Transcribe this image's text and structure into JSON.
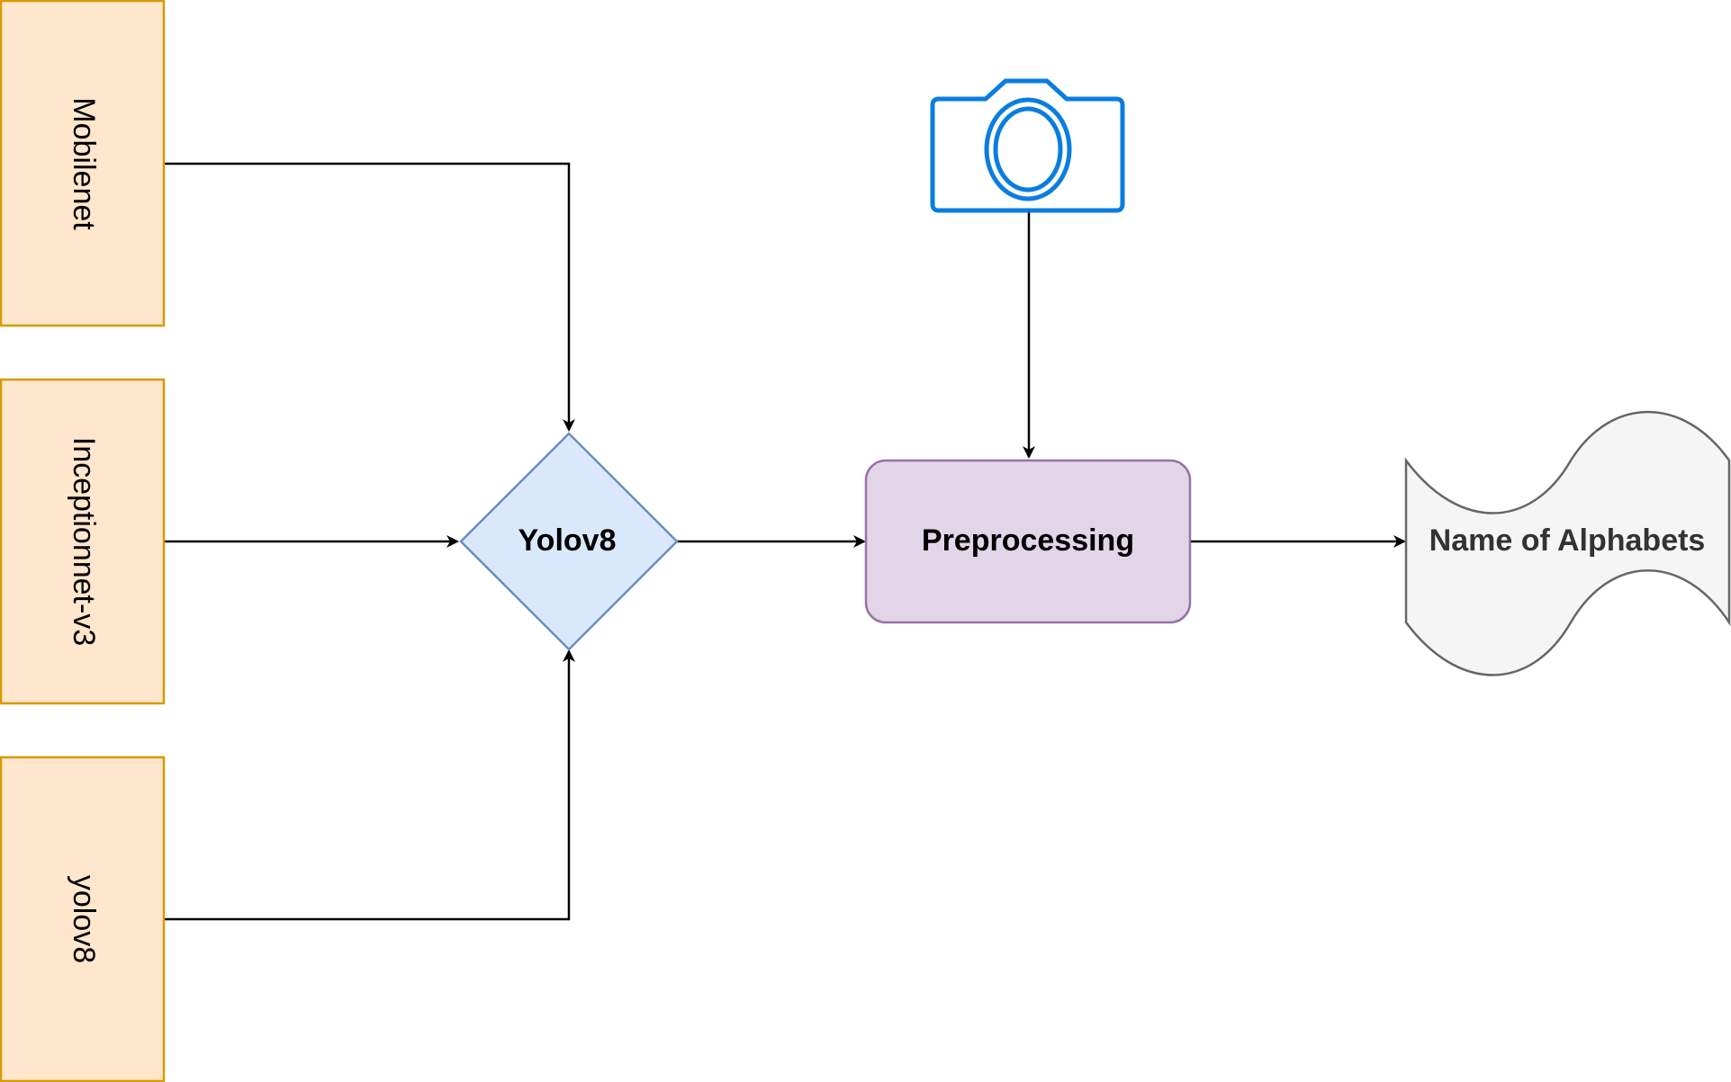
{
  "nodes": {
    "mobilenet": {
      "label": "Mobilenet"
    },
    "inception": {
      "label": "Inceptionnet-v3"
    },
    "yolov8_source": {
      "label": "yolov8"
    },
    "yolov8_decision": {
      "label": "Yolov8"
    },
    "preprocessing": {
      "label": "Preprocessing"
    },
    "output": {
      "label": "Name of Alphabets"
    },
    "camera": {
      "icon": "camera-icon"
    }
  },
  "colors": {
    "model_fill": "#ffe6cc",
    "model_stroke": "#d79b00",
    "decision_fill": "#dae8fc",
    "decision_stroke": "#6c8ebf",
    "process_fill": "#e1d5e7",
    "process_stroke": "#9673a6",
    "output_fill": "#f5f5f5",
    "output_stroke": "#666666",
    "camera_stroke": "#0a7de0",
    "edge": "#000000"
  },
  "edges": [
    {
      "from": "mobilenet",
      "to": "yolov8_decision"
    },
    {
      "from": "inception",
      "to": "yolov8_decision"
    },
    {
      "from": "yolov8_source",
      "to": "yolov8_decision"
    },
    {
      "from": "yolov8_decision",
      "to": "preprocessing"
    },
    {
      "from": "camera",
      "to": "preprocessing"
    },
    {
      "from": "preprocessing",
      "to": "output"
    }
  ]
}
